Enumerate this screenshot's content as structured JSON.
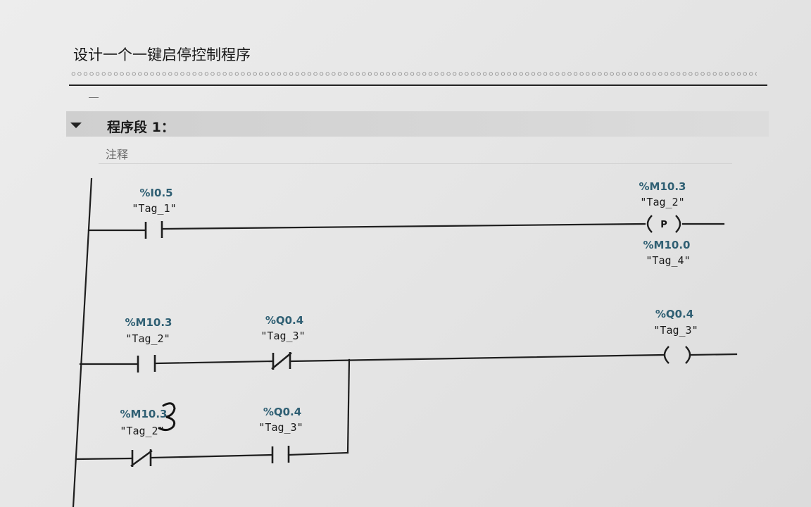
{
  "document": {
    "title": "设计一个一键启停控制程序"
  },
  "segment": {
    "title": "程序段 1：",
    "comment": "注释"
  },
  "rung1": {
    "contact_no": {
      "address": "%I0.5",
      "tag": "\"Tag_1\""
    },
    "p_coil": {
      "address": "%M10.3",
      "tag": "\"Tag_2\"",
      "symbol": "P",
      "memory_address": "%M10.0",
      "memory_tag": "\"Tag_4\""
    }
  },
  "rung2": {
    "contact_no": {
      "address": "%M10.3",
      "tag": "\"Tag_2\""
    },
    "contact_nc": {
      "address": "%Q0.4",
      "tag": "\"Tag_3\""
    },
    "coil": {
      "address": "%Q0.4",
      "tag": "\"Tag_3\""
    }
  },
  "rung3": {
    "contact_nc": {
      "address": "%M10.3",
      "tag": "\"Tag_2\""
    },
    "contact_no": {
      "address": "%Q0.4",
      "tag": "\"Tag_3\""
    }
  }
}
